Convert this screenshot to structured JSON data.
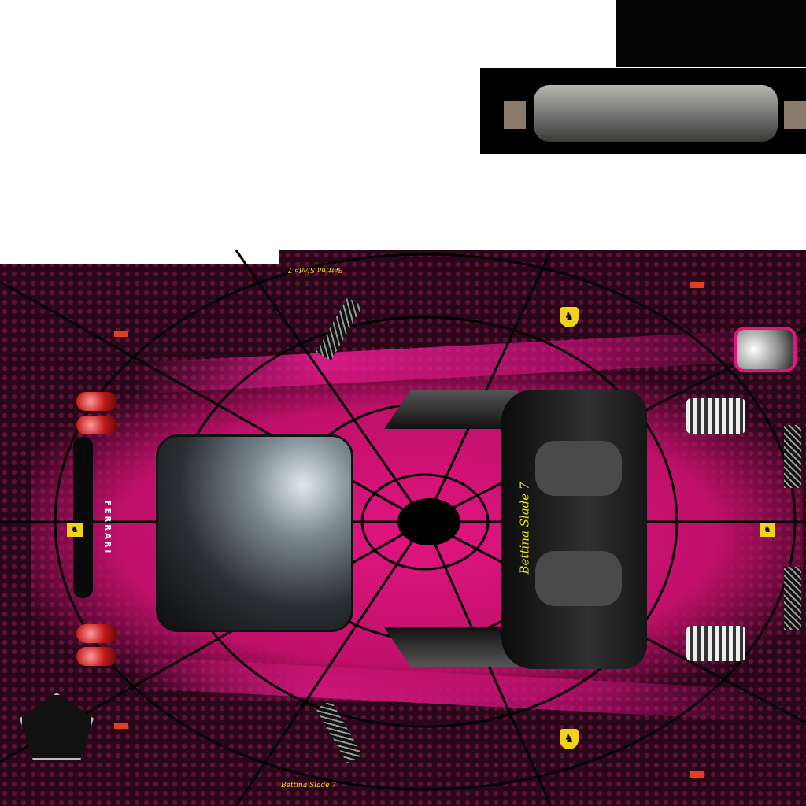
{
  "texture": {
    "signature_cockpit": "Bettina Slade 7",
    "signature_top": "Bettina Slade 7",
    "signature_bottom": "Bettina Slade 7",
    "rear_lettering": "FERRARI",
    "badge_icon": "prancing-horse-icon",
    "colors": {
      "body": "#e0157f",
      "hex_pattern": "#3a0a24",
      "web": "#000000",
      "signature": "#f2e20a"
    }
  }
}
